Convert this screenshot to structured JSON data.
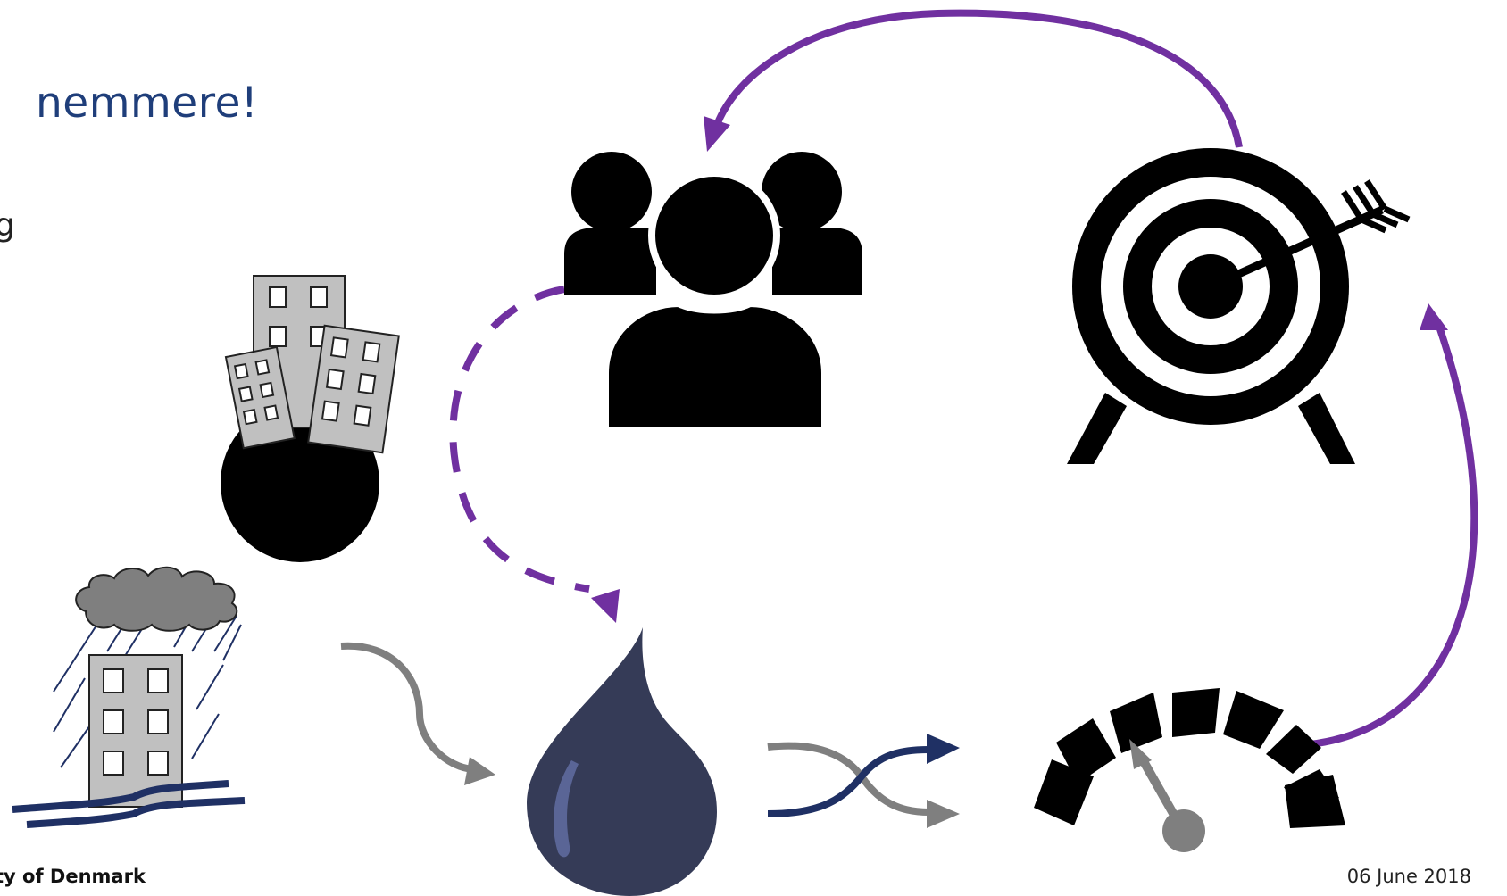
{
  "slide": {
    "title": "nemmere!",
    "stray_letter": "g",
    "footer_left": "ty of Denmark",
    "footer_right": "06 June 2018"
  },
  "icons": [
    "city-on-globe-icon",
    "rain-flood-building-icon",
    "people-group-icon",
    "water-drop-icon",
    "target-arrow-icon",
    "speedometer-gauge-icon",
    "crossing-flows-icon"
  ],
  "colors": {
    "title": "#1f3e7a",
    "cycle_arrow": "#7030a0",
    "flow_arrow": "#7f7f7f",
    "navy": "#1f3064",
    "drop": "#353b57"
  }
}
